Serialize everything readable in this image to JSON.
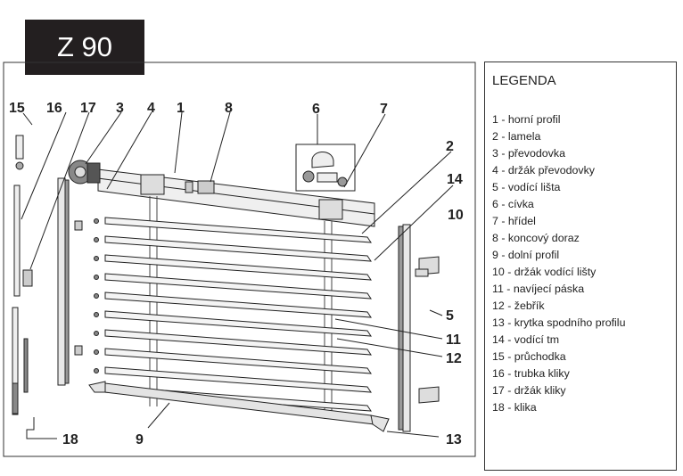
{
  "title": "Z 90",
  "legend": {
    "heading": "LEGENDA",
    "items": [
      "1 - horní profil",
      "2 - lamela",
      "3 - převodovka",
      "4 - držák převodovky",
      "5 - vodící lišta",
      "6 - cívka",
      "7 - hřídel",
      "8 - koncový doraz",
      "9 - dolní profil",
      "10 - držák vodící lišty",
      "11 - navíjecí páska",
      "12 - žebřík",
      "13 - krytka spodního profilu",
      "14 - vodící tm",
      "15 - průchodka",
      "16 - trubka kliky",
      "17 - držák kliky",
      "18 - klika"
    ]
  },
  "callouts": {
    "c15": "15",
    "c16": "16",
    "c17": "17",
    "c3": "3",
    "c4": "4",
    "c1": "1",
    "c8": "8",
    "c6": "6",
    "c7": "7",
    "c2": "2",
    "c14": "14",
    "c10": "10",
    "c5": "5",
    "c11": "11",
    "c12": "12",
    "c18": "18",
    "c9": "9",
    "c13": "13"
  },
  "colors": {
    "title_bg": "#231f20",
    "line": "#222222",
    "part": "#f2f2f2"
  }
}
